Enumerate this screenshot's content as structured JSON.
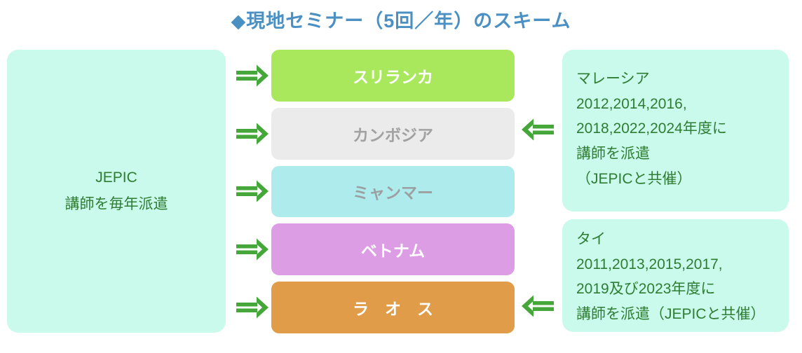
{
  "title": {
    "text": "◆現地セミナー（5回／年）のスキーム",
    "color": "#4a90c2"
  },
  "colors": {
    "mint_panel": "#cafaec",
    "green_text": "#2e7d32",
    "arrow_green": "#45a739"
  },
  "jepic_box": {
    "line1": "JEPIC",
    "line2": "講師を毎年派遣"
  },
  "countries": [
    {
      "label": "スリランカ",
      "bg": "#a9e75c",
      "text_color": "#ffffff"
    },
    {
      "label": "カンボジア",
      "bg": "#ebebeb",
      "text_color": "#a2a2a2"
    },
    {
      "label": "ミャンマー",
      "bg": "#aeebed",
      "text_color": "#9ca0a1"
    },
    {
      "label": "ベトナム",
      "bg": "#dd9de4",
      "text_color": "#ffffff"
    },
    {
      "label": "ラ　オ　ス",
      "bg": "#e19c49",
      "text_color": "#ffffff"
    }
  ],
  "notes": [
    {
      "lines": [
        "マレーシア",
        "2012,2014,2016,",
        "2018,2022,2024年度に",
        "講師を派遣",
        "（JEPICと共催）"
      ]
    },
    {
      "lines": [
        "タイ",
        "2011,2013,2015,2017,",
        "2019及び2023年度に",
        "講師を派遣（JEPICと共催）"
      ]
    }
  ]
}
